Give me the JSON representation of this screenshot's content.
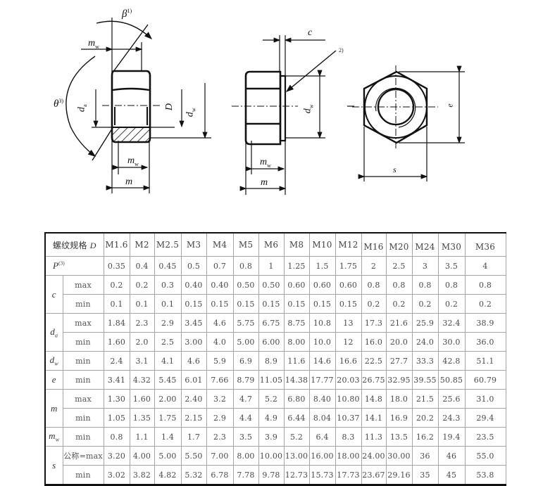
{
  "drawings": {
    "side_view": {
      "labels": {
        "beta": "β",
        "beta_note": "1)",
        "theta": "θ",
        "theta_note": "3)",
        "mw_top": "m",
        "mw_top_sub": "w",
        "da": "d",
        "da_sub": "a",
        "D": "D",
        "dw": "d",
        "dw_sub": "w",
        "mw_bottom": "m",
        "mw_bottom_sub": "w",
        "m": "m"
      }
    },
    "flange_view": {
      "labels": {
        "c": "c",
        "note": "2)",
        "dw": "d",
        "dw_sub": "w",
        "mw": "m",
        "mw_sub": "w",
        "m": "m"
      }
    },
    "top_view": {
      "labels": {
        "e": "e",
        "s": "s"
      }
    }
  },
  "table": {
    "title": "螺纹规格",
    "title_symbol": "D",
    "sizes": [
      "M1.6",
      "M2",
      "M2.5",
      "M3",
      "M4",
      "M5",
      "M6",
      "M8",
      "M10",
      "M12",
      "M16",
      "M20",
      "M24",
      "M30",
      "M36"
    ],
    "rows": [
      {
        "symbol": "P",
        "symbol_sup": "(3)",
        "sub": "",
        "values": [
          "0.35",
          "0.4",
          "0.45",
          "0.5",
          "0.7",
          "0.8",
          "1",
          "1.25",
          "1.5",
          "1.75",
          "2",
          "2.5",
          "3",
          "3.5",
          "4"
        ]
      },
      {
        "symbol": "c",
        "sub": "max",
        "values": [
          "0.2",
          "0.2",
          "0.3",
          "0.40",
          "0.40",
          "0.50",
          "0.50",
          "0.60",
          "0.60",
          "0.60",
          "0.8",
          "0.8",
          "0.8",
          "0.8",
          "0.8"
        ]
      },
      {
        "symbol": "c",
        "sub": "min",
        "values": [
          "0.1",
          "0.1",
          "0.1",
          "0.15",
          "0.15",
          "0.15",
          "0.15",
          "0.15",
          "0.15",
          "0.15",
          "0.2",
          "0.2",
          "0.2",
          "0.2",
          "0.2"
        ]
      },
      {
        "symbol": "d",
        "symbol_sub": "a",
        "sub": "max",
        "values": [
          "1.84",
          "2.3",
          "2.9",
          "3.45",
          "4.6",
          "5.75",
          "6.75",
          "8.75",
          "10.8",
          "13",
          "17.3",
          "21.6",
          "25.9",
          "32.4",
          "38.9"
        ]
      },
      {
        "symbol": "d",
        "symbol_sub": "a",
        "sub": "min",
        "values": [
          "1.60",
          "2.0",
          "2.5",
          "3.00",
          "4.0",
          "5.00",
          "6.00",
          "8.00",
          "10.0",
          "12",
          "16.0",
          "20.0",
          "24.0",
          "30.0",
          "36.0"
        ]
      },
      {
        "symbol": "d",
        "symbol_sub": "w",
        "sub": "min",
        "values": [
          "2.4",
          "3.1",
          "4.1",
          "4.6",
          "5.9",
          "6.9",
          "8.9",
          "11.6",
          "14.6",
          "16.6",
          "22.5",
          "27.7",
          "33.3",
          "42.8",
          "51.1"
        ]
      },
      {
        "symbol": "e",
        "sub": "min",
        "values": [
          "3.41",
          "4.32",
          "5.45",
          "6.01",
          "7.66",
          "8.79",
          "11.05",
          "14.38",
          "17.77",
          "20.03",
          "26.75",
          "32.95",
          "39.55",
          "50.85",
          "60.79"
        ]
      },
      {
        "symbol": "m",
        "sub": "max",
        "values": [
          "1.30",
          "1.60",
          "2.00",
          "2.40",
          "3.2",
          "4.7",
          "5.2",
          "6.80",
          "8.40",
          "10.80",
          "14.8",
          "18.0",
          "21.5",
          "25.6",
          "31.0"
        ]
      },
      {
        "symbol": "m",
        "sub": "min",
        "values": [
          "1.05",
          "1.35",
          "1.75",
          "2.15",
          "2.9",
          "4.4",
          "4.9",
          "6.44",
          "8.04",
          "10.37",
          "14.1",
          "16.9",
          "20.2",
          "24.3",
          "29.4"
        ]
      },
      {
        "symbol": "m",
        "symbol_sub": "w",
        "sub": "min",
        "values": [
          "0.8",
          "1.1",
          "1.4",
          "1.7",
          "2.3",
          "3.5",
          "3.9",
          "5.2",
          "6.4",
          "8.3",
          "11.3",
          "13.5",
          "16.2",
          "19.4",
          "23.5"
        ]
      },
      {
        "symbol": "s",
        "sub": "公称=max",
        "values": [
          "3.20",
          "4.00",
          "5.00",
          "5.50",
          "7.00",
          "8.00",
          "10.00",
          "13.00",
          "16.00",
          "18.00",
          "24.00",
          "30.00",
          "36",
          "46",
          "55.0"
        ]
      },
      {
        "symbol": "s",
        "sub": "min",
        "values": [
          "3.02",
          "3.82",
          "4.82",
          "5.32",
          "6.78",
          "7.78",
          "9.78",
          "12.73",
          "15.73",
          "17.73",
          "23.67",
          "29.16",
          "35",
          "45",
          "53.8"
        ]
      }
    ]
  }
}
